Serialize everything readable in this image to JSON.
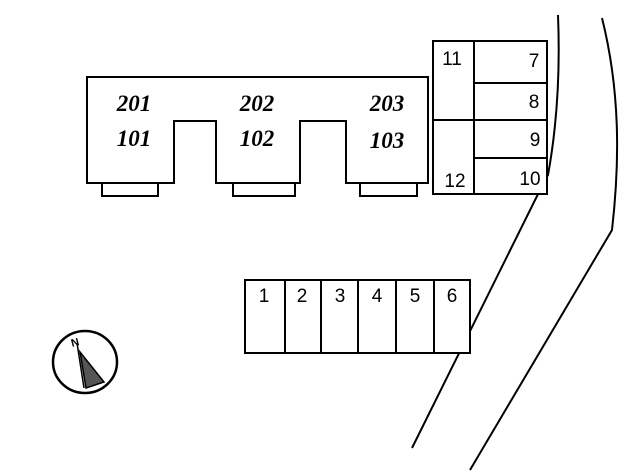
{
  "building": {
    "units": [
      {
        "upper": "201",
        "lower": "101"
      },
      {
        "upper": "202",
        "lower": "102"
      },
      {
        "upper": "203",
        "lower": "103"
      }
    ]
  },
  "parking_right": {
    "spaces": [
      "11",
      "7",
      "8",
      "9",
      "12",
      "10"
    ]
  },
  "parking_bottom": {
    "spaces": [
      "1",
      "2",
      "3",
      "4",
      "5",
      "6"
    ]
  },
  "compass": {
    "label": "N",
    "icon": "north-arrow-icon"
  }
}
